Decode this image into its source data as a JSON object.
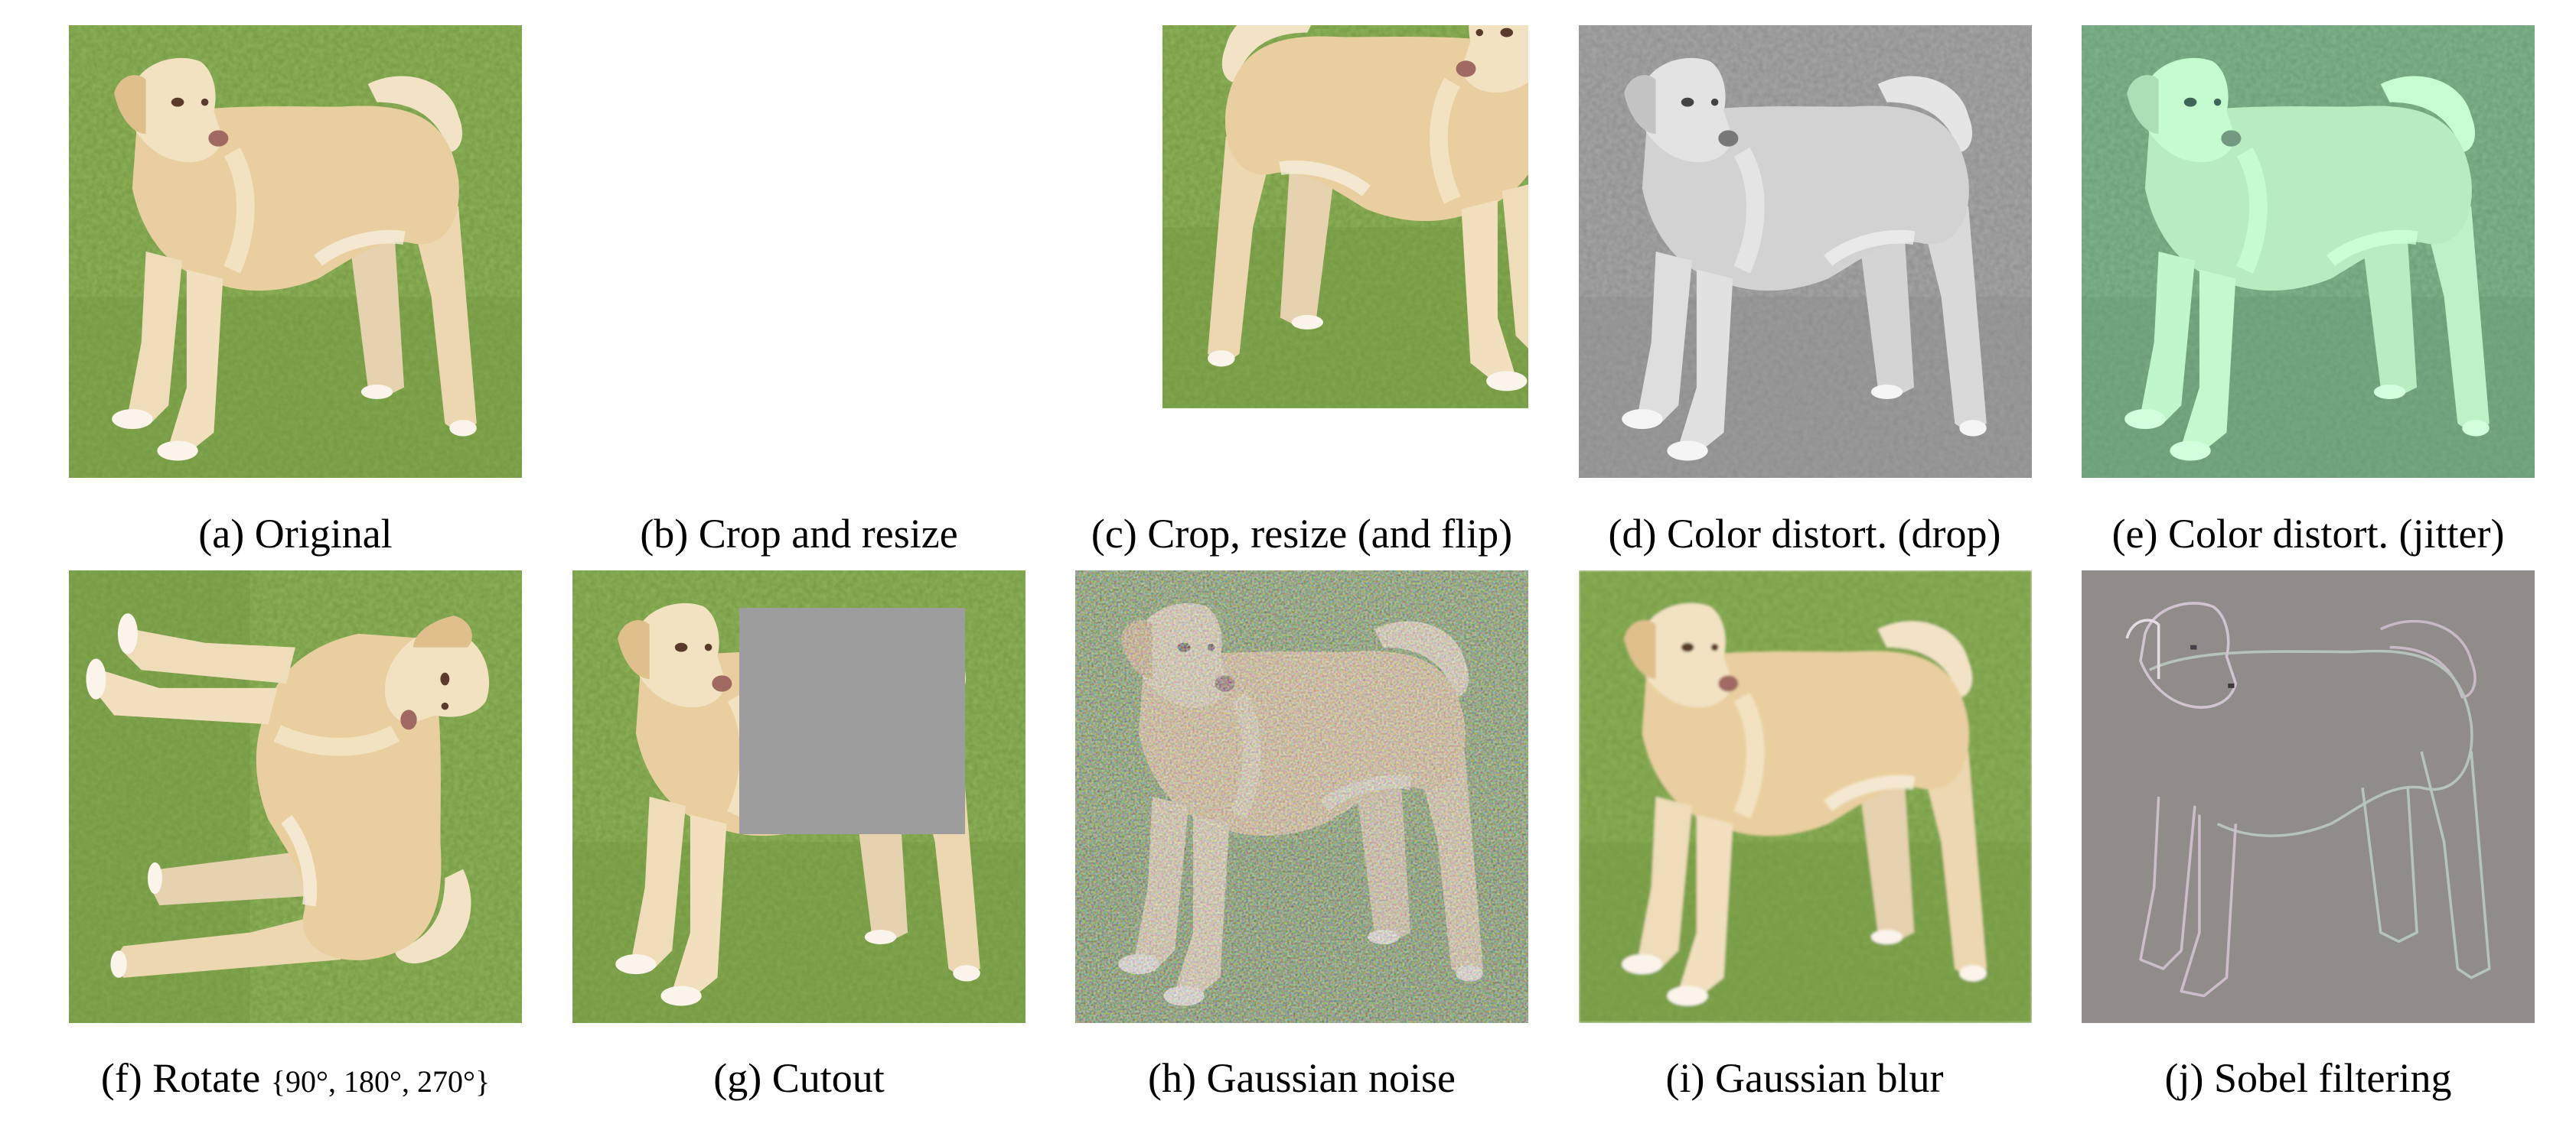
{
  "figure": {
    "rows": [
      {
        "panels": [
          {
            "id": "a",
            "label": "(a) Original",
            "transform": "original"
          },
          {
            "id": "b",
            "label": "(b) Crop and resize",
            "transform": "crop-resize"
          },
          {
            "id": "c",
            "label": "(c) Crop, resize (and flip)",
            "transform": "crop-resize-flip"
          },
          {
            "id": "d",
            "label": "(d) Color distort. (drop)",
            "transform": "grayscale"
          },
          {
            "id": "e",
            "label": "(e) Color distort. (jitter)",
            "transform": "color-jitter"
          }
        ]
      },
      {
        "panels": [
          {
            "id": "f",
            "label": "(f) Rotate",
            "label_math": "{90°, 180°, 270°}",
            "transform": "rotate"
          },
          {
            "id": "g",
            "label": "(g) Cutout",
            "transform": "cutout"
          },
          {
            "id": "h",
            "label": "(h) Gaussian noise",
            "transform": "gaussian-noise"
          },
          {
            "id": "i",
            "label": "(i) Gaussian blur",
            "transform": "gaussian-blur"
          },
          {
            "id": "j",
            "label": "(j) Sobel filtering",
            "transform": "sobel"
          }
        ]
      }
    ],
    "subject": "yellow labrador dog standing on grass",
    "colors": {
      "grass": "#8fb35a",
      "fur": "#e9cf9f",
      "grayscale_bg": "#8e8e8e",
      "jitter_bg": "#2c6e4c",
      "cutout_fill": "#9d9d9d",
      "sobel_bg": "#8f8c89"
    }
  }
}
